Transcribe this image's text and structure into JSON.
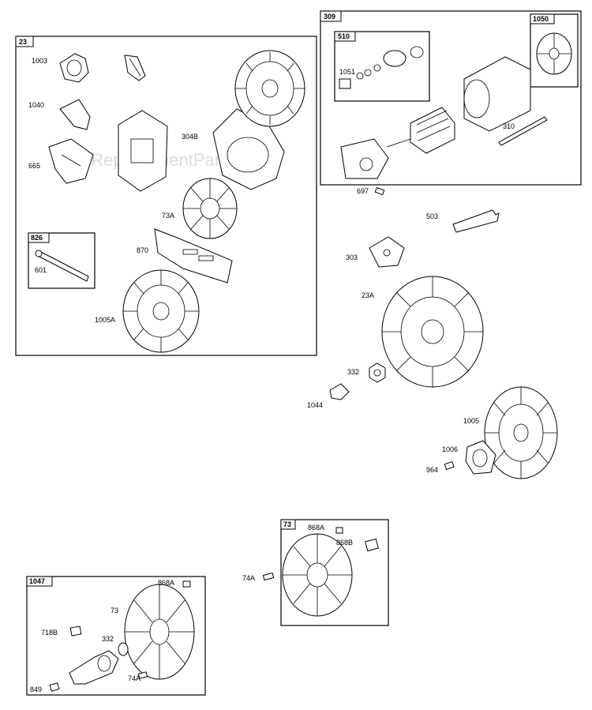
{
  "watermark": "eReplacementParts.com",
  "groups": {
    "g23": "23",
    "g309": "309",
    "g510": "510",
    "g1050": "1050",
    "g826": "826",
    "g73": "73",
    "g1047": "1047"
  },
  "labels": {
    "p1003": "1003",
    "p1040": "1040",
    "p665": "665",
    "p304B": "304B",
    "p73A": "73A",
    "p870": "870",
    "p601": "601",
    "p1005A": "1005A",
    "p1051": "1051",
    "p310": "310",
    "p697": "697",
    "p503": "503",
    "p303": "303",
    "p23A": "23A",
    "p332": "332",
    "p1044": "1044",
    "p1005": "1005",
    "p1006": "1006",
    "p964": "964",
    "p74A": "74A",
    "p868A_1": "868A",
    "p868B": "868B",
    "p868A_2": "868A",
    "p73": "73",
    "p718B": "718B",
    "p332b": "332",
    "p74A_2": "74A",
    "p849": "849"
  }
}
